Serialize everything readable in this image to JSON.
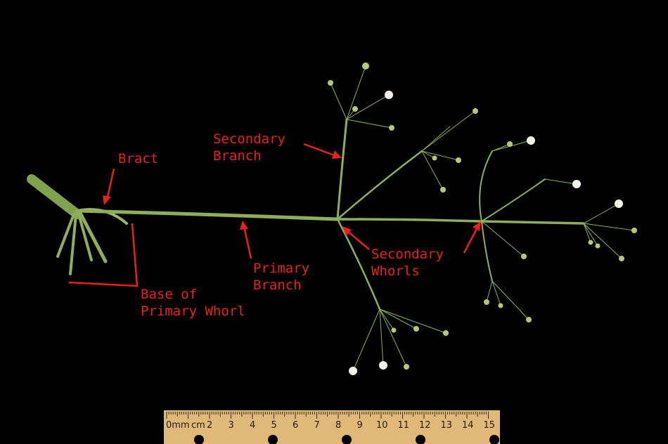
{
  "labels": {
    "bract": "Bract",
    "secondary_branch": [
      "Secondary",
      "Branch"
    ],
    "primary_branch": [
      "Primary",
      "Branch"
    ],
    "secondary_whorls": [
      "Secondary",
      "Whorls"
    ],
    "base_primary_whorl": [
      "Base of",
      "Primary Whorl"
    ]
  },
  "ruler": {
    "unit_prefix": "0mm",
    "unit_label": "cm",
    "numbers": [
      "2",
      "3",
      "4",
      "5",
      "6",
      "7",
      "8",
      "9",
      "10",
      "11",
      "12",
      "13",
      "14",
      "15"
    ]
  },
  "colors": {
    "background": "#000000",
    "stem": "#8fae5a",
    "annotation": "#e8201e",
    "ruler": "#e0b878"
  }
}
